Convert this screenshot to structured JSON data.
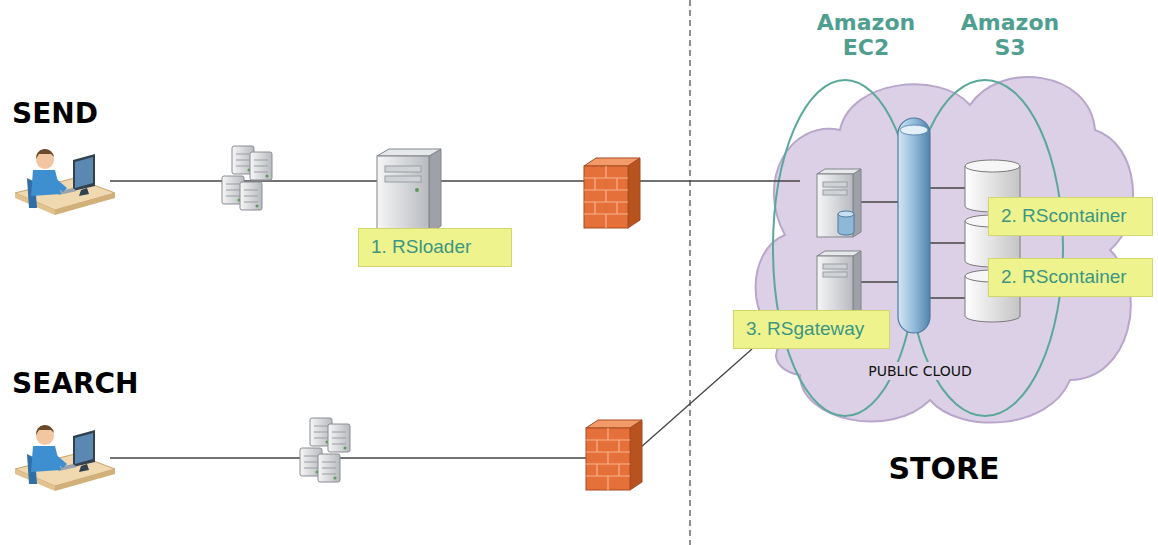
{
  "diagram": {
    "nodes": [
      {
        "text": [
          "1. RSloader"
        ]
      },
      {
        "text": [
          "2. RScontainer"
        ]
      },
      {
        "text": [
          "2. RScontainer"
        ]
      },
      {
        "text": [
          "3. RSgateway"
        ]
      }
    ],
    "labels": [
      "SEND",
      "SEARCH",
      "Amazon EC2",
      "Amazon S3",
      "PUBLIC CLOUD",
      "STORE"
    ]
  }
}
